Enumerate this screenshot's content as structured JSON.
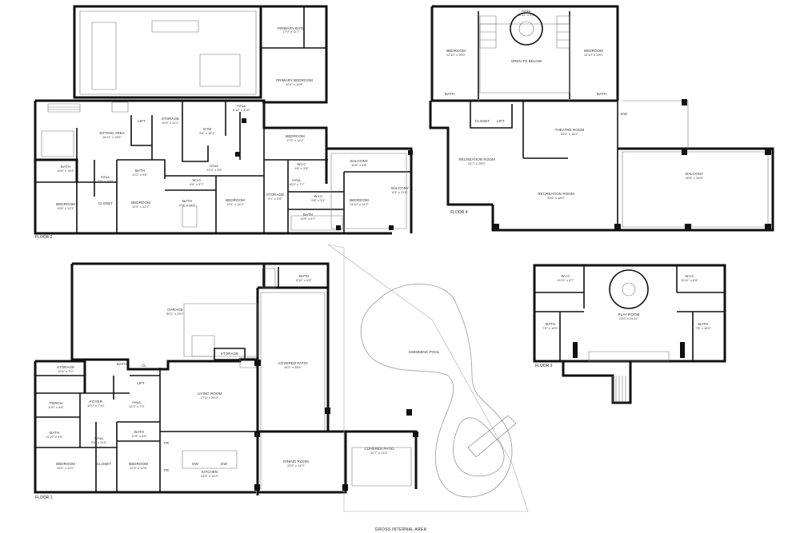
{
  "floors": {
    "floor_1": "FLOOR 1",
    "floor_2": "FLOOR 2",
    "floor_3": "FLOOR 3",
    "floor_4": "FLOOR 4"
  },
  "footer": {
    "gross_internal_area": "GROSS INTERNAL AREA"
  },
  "rooms": {
    "f2_primary_bath": [
      "PRIMARY BATH",
      "17'0\" x 11'7\""
    ],
    "f2_primary_bedroom": [
      "PRIMARY BEDROOM",
      "20'4\" x 15'5\""
    ],
    "f2_hall_top": [
      "HALL",
      "6'10\" x 9'10\""
    ],
    "f2_sitting_area": [
      "SITTING AREA",
      "16'11\" x 15'6\""
    ],
    "f2_storage": [
      "STORAGE",
      "10'4\" x 11'1\""
    ],
    "f2_gym": [
      "GYM",
      "9'6\" x 16'1\""
    ],
    "f2_bedroom_c": [
      "BEDROOM",
      "17'0\" x 12'2\""
    ],
    "f2_hall_mid": [
      "HALL",
      "23'3\" x 3'8\""
    ],
    "f2_balcony_a": [
      "BALCONY",
      "16'6\" x 6'8\""
    ],
    "f2_bath_a": [
      "BATH",
      "10'8\" x 14'6\""
    ],
    "f2_bath_b": [
      "BATH",
      "11'2\" x 9'6\""
    ],
    "f2_hall_left": [
      "HALL",
      "5'0\" x 10'5\""
    ],
    "f2_wic_a": [
      "W.I.C",
      "6'6\" x 5'7\""
    ],
    "f2_wic_b": [
      "W.I.C",
      "9'8\" x 3'8\""
    ],
    "f2_hall_right": [
      "HALL",
      "16'9\" x 7'7\""
    ],
    "f2_bedroom_l": [
      "BEDROOM",
      "10'8\" x 12'1\""
    ],
    "f2_bedroom_ml": [
      "BEDROOM",
      "12'4\" x 12'7\""
    ],
    "f2_bath_c": [
      "BATH",
      "12'4\" x 14'2\""
    ],
    "f2_bedroom_m": [
      "BEDROOM",
      "12'6\" x 14'2\""
    ],
    "f2_storage_b": [
      "STORAGE",
      "9'7\" x 3'6\""
    ],
    "f2_wic_c": [
      "W.I.C",
      "9'8\" x 3'4\""
    ],
    "f2_bedroom_r": [
      "BEDROOM",
      "14'10\" x 14'2\""
    ],
    "f2_balcony_b": [
      "BALCONY",
      "6'3\" x 21'8\""
    ],
    "f2_bath_d": [
      "BATH",
      "14'5\" x 6'7\""
    ],
    "f4_hall": [
      "HALL",
      "22'11\" x 3'1\""
    ],
    "f4_bedroom_l": [
      "BEDROOM",
      "12'10\" x 29'0\""
    ],
    "f4_open": [
      "OPEN TO BELOW",
      ""
    ],
    "f4_bedroom_r": [
      "BEDROOM",
      "12'10\" x 29'0\""
    ],
    "f4_theatre": [
      "THEATRE ROOM",
      "25'4\" x 16'2\""
    ],
    "f4_rec_a": [
      "RECREATION ROOM",
      "24'7\" x 28'0\""
    ],
    "f4_rec_b": [
      "RECREATION ROOM",
      "33'6\" x 18'0\""
    ],
    "f4_balcony": [
      "BALCONY",
      "40'6\" x 34'9\""
    ],
    "f1_garage": [
      "GARAGE",
      "50'2\" x 25'0\""
    ],
    "f1_bath_top": [
      "BATH",
      "8'10\" x 6'9\""
    ],
    "f1_covered_patio_a": [
      "COVERED PATIO",
      "16'0\" x 38'6\""
    ],
    "f1_swimming_pool": [
      "SWIMMING POOL",
      ""
    ],
    "f1_storage_a": [
      "STORAGE",
      "10'4\" x 7'0\""
    ],
    "f1_living": [
      "LIVING ROOM",
      "27'0\" x 25'2\""
    ],
    "f1_porch": [
      "PORCH",
      "10'0\" x 8'6\""
    ],
    "f1_foyer": [
      "FOYER",
      "10'0\" x 7'10\""
    ],
    "f1_hall_a": [
      "HALL",
      "12'3\" x 7'3\""
    ],
    "f1_bath_a": [
      "BATH",
      "11'10\" x 5'6\""
    ],
    "f1_hall_b": [
      "HALL",
      "5'6\" x 11'0\""
    ],
    "f1_bath_b": [
      "BATH",
      "11'5\" x 6'0\""
    ],
    "f1_bedroom_a": [
      "BEDROOM",
      "15'4\" x 12'0\""
    ],
    "f1_bedroom_b": [
      "BEDROOM",
      "12'0\" x 12'8\""
    ],
    "f1_kitchen": [
      "KITCHEN",
      "24'6\" x 14'9\""
    ],
    "f1_dining": [
      "DINING ROOM",
      "22'0\" x 14'2\""
    ],
    "f1_covered_patio_b": [
      "COVERED PATIO",
      "10'7\" x 21'3\""
    ],
    "f3_wic_l": [
      "W.I.C",
      "15'11\" x 6'7\""
    ],
    "f3_wic_r": [
      "W.I.C",
      "15'11\" x 6'6\""
    ],
    "f3_play": [
      "PLAY ROOM",
      "23'0\" x 24'11\""
    ],
    "f3_bath_l": [
      "BATH",
      "7'5\" x 16'0\""
    ],
    "f3_bath_r": [
      "BATH",
      "7'5\" x 16'0\""
    ]
  },
  "small_labels": {
    "lift": "LIFT",
    "closet": "CLOSET",
    "cl": "CL",
    "storage": "STORAGE",
    "dw": "DW",
    "fr": "FR",
    "bath": "BATH"
  }
}
